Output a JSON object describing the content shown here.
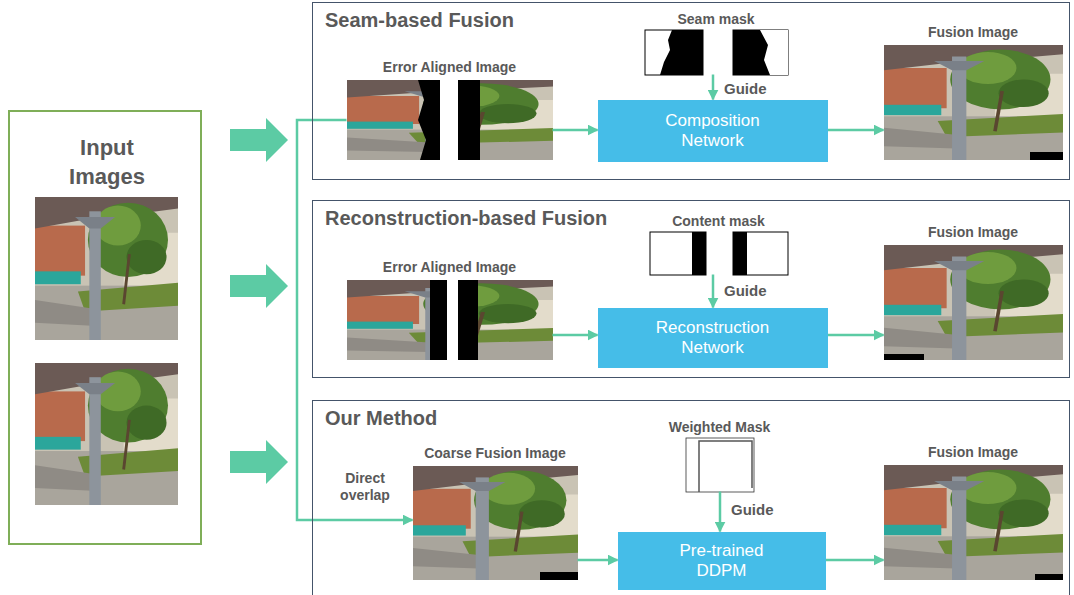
{
  "diagram": {
    "nodes": [
      {
        "text": [
          "Input Images"
        ]
      },
      {
        "text": [
          "Seam-based Fusion"
        ]
      },
      {
        "text": [
          "Error Aligned Image"
        ],
        "in": 1
      },
      {
        "text": [
          "Seam mask"
        ],
        "in": 1
      },
      {
        "text": [
          "Composition Network"
        ],
        "in": 1
      },
      {
        "text": [
          "Fusion Image"
        ],
        "in": 1
      },
      {
        "text": [
          "Reconstruction-based Fusion"
        ]
      },
      {
        "text": [
          "Error Aligned Image"
        ],
        "in": 6
      },
      {
        "text": [
          "Content mask"
        ],
        "in": 6
      },
      {
        "text": [
          "Reconstruction Network"
        ],
        "in": 6
      },
      {
        "text": [
          "Fusion Image"
        ],
        "in": 6
      },
      {
        "text": [
          "Our Method"
        ]
      },
      {
        "text": [
          "Coarse Fusion Image"
        ],
        "in": 11
      },
      {
        "text": [
          "Weighted Mask"
        ],
        "in": 11
      },
      {
        "text": [
          "Pre-trained DDPM"
        ],
        "in": 11
      },
      {
        "text": [
          "Fusion Image"
        ],
        "in": 11
      }
    ],
    "edges": [
      {
        "from": 0,
        "to": 1,
        "arrow": "to"
      },
      {
        "from": 0,
        "to": 6,
        "arrow": "to"
      },
      {
        "from": 0,
        "to": 11,
        "arrow": "to"
      },
      {
        "from": 2,
        "to": 12,
        "arrow": "to",
        "label": "Direct overlap"
      },
      {
        "from": 2,
        "to": 4,
        "arrow": "to"
      },
      {
        "from": 3,
        "to": 4,
        "arrow": "to",
        "label": "Guide"
      },
      {
        "from": 4,
        "to": 5,
        "arrow": "to"
      },
      {
        "from": 7,
        "to": 9,
        "arrow": "to"
      },
      {
        "from": 8,
        "to": 9,
        "arrow": "to",
        "label": "Guide"
      },
      {
        "from": 9,
        "to": 10,
        "arrow": "to"
      },
      {
        "from": 12,
        "to": 14,
        "arrow": "to"
      },
      {
        "from": 13,
        "to": 14,
        "arrow": "to",
        "label": "Guide"
      },
      {
        "from": 14,
        "to": 15,
        "arrow": "to"
      }
    ]
  }
}
